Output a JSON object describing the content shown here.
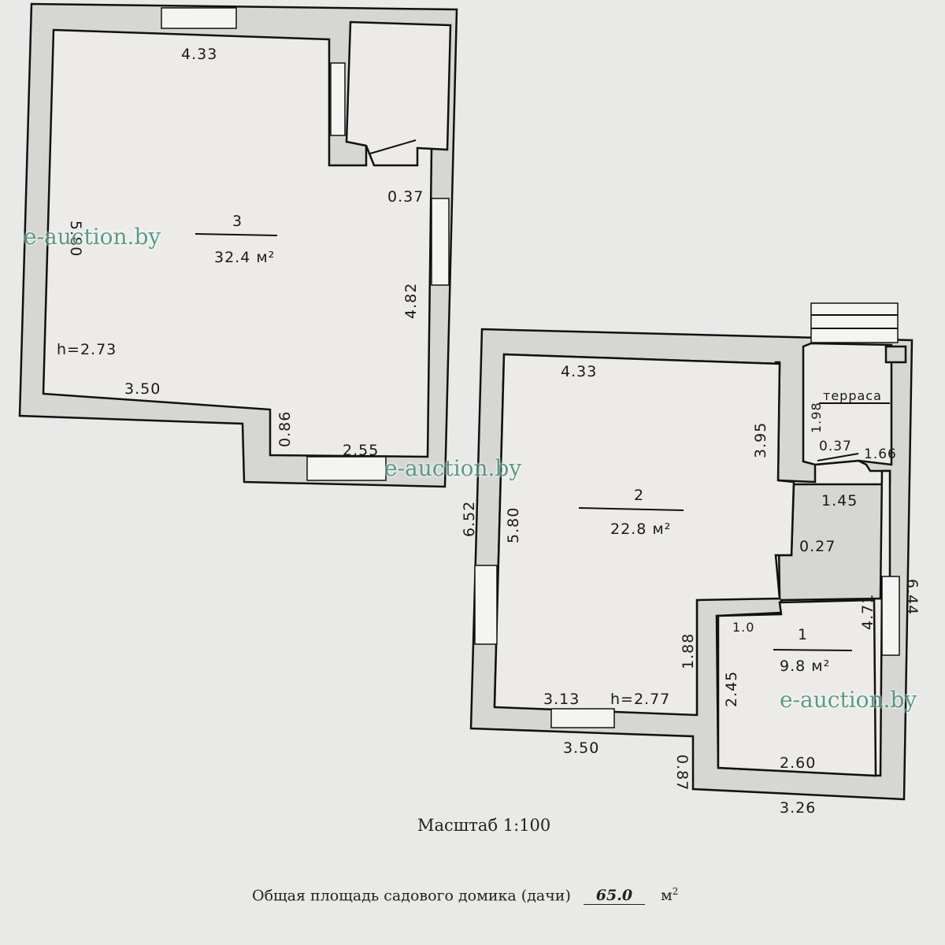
{
  "rooms": [
    {
      "id": "3",
      "number": "3",
      "area": "32.4 м²"
    },
    {
      "id": "2",
      "number": "2",
      "area": "22.8 м²"
    },
    {
      "id": "1",
      "number": "1",
      "area": "9.8 м²"
    }
  ],
  "terrace_label": "терраса",
  "heights": {
    "room3": "h=2.73",
    "room2": "h=2.77"
  },
  "dims": {
    "r3_top": "4.33",
    "r3_left": "5.80",
    "r3_right": "4.82",
    "r3_bottom": "3.50",
    "r3_step": "0.86",
    "r3_step_w": "2.55",
    "r3_door": "0.37",
    "r2_top": "4.33",
    "r2_outer": "6.52",
    "r2_left": "5.80",
    "r2_right": "3.95",
    "r2_bottom_in": "3.13",
    "r2_bottom_out": "3.50",
    "ter_h": "1.98",
    "ter_w": "0.37",
    "ter_gap": "1.66",
    "hall_w": "1.45",
    "hall_wall": "0.27",
    "r1_right": "4.71",
    "r1_outer": "6.44",
    "r1_top": "1.0",
    "r1_left": "2.45",
    "r1_step": "1.88",
    "r1_bottom": "2.60",
    "r1_outer_bottom": "3.26",
    "r1_foot": "0.87"
  },
  "watermark": "e-auction.by",
  "scale_label": "Масштаб 1:100",
  "total_label": "Общая площадь садового домика (дачи)",
  "total_value": "65.0",
  "total_unit": "м",
  "total_unit_sup": "2"
}
